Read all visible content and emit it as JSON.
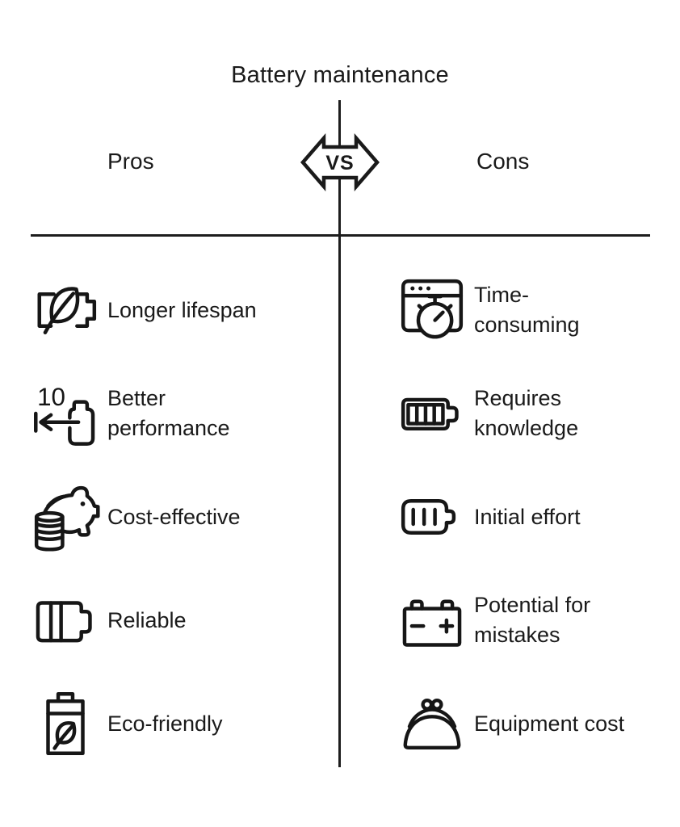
{
  "page": {
    "background_color": "#ffffff",
    "ink_color": "#1a1a1a",
    "line_color": "#1d1d1d"
  },
  "header": {
    "title": "Battery maintenance",
    "left_label": "Pros",
    "right_label": "Cons",
    "vs_label": "VS"
  },
  "pros": {
    "items": [
      {
        "icon": "battery-leaf-icon",
        "label": "Longer lifespan",
        "lines": [
          "Longer lifespan"
        ]
      },
      {
        "icon": "battery-performance-arrow-icon",
        "icon_text": "10",
        "label": "Better performance",
        "lines": [
          "Better",
          "performance"
        ]
      },
      {
        "icon": "piggy-bank-coins-icon",
        "label": "Cost-effective",
        "lines": [
          "Cost-effective"
        ]
      },
      {
        "icon": "battery-level-icon",
        "label": "Reliable",
        "lines": [
          "Reliable"
        ]
      },
      {
        "icon": "eco-battery-icon",
        "label": "Eco-friendly",
        "lines": [
          "Eco-friendly"
        ]
      }
    ]
  },
  "cons": {
    "items": [
      {
        "icon": "browser-stopwatch-icon",
        "label": "Time-consuming",
        "lines": [
          "Time-",
          "consuming"
        ]
      },
      {
        "icon": "battery-full-icon",
        "label": "Requires knowledge",
        "lines": [
          "Requires",
          "knowledge"
        ]
      },
      {
        "icon": "battery-ticks-icon",
        "label": "Initial effort",
        "lines": [
          "Initial effort"
        ]
      },
      {
        "icon": "car-battery-icon",
        "label": "Potential for mistakes",
        "lines": [
          "Potential for",
          "mistakes"
        ]
      },
      {
        "icon": "coin-purse-icon",
        "label": "Equipment cost",
        "lines": [
          "Equipment cost"
        ]
      }
    ]
  }
}
